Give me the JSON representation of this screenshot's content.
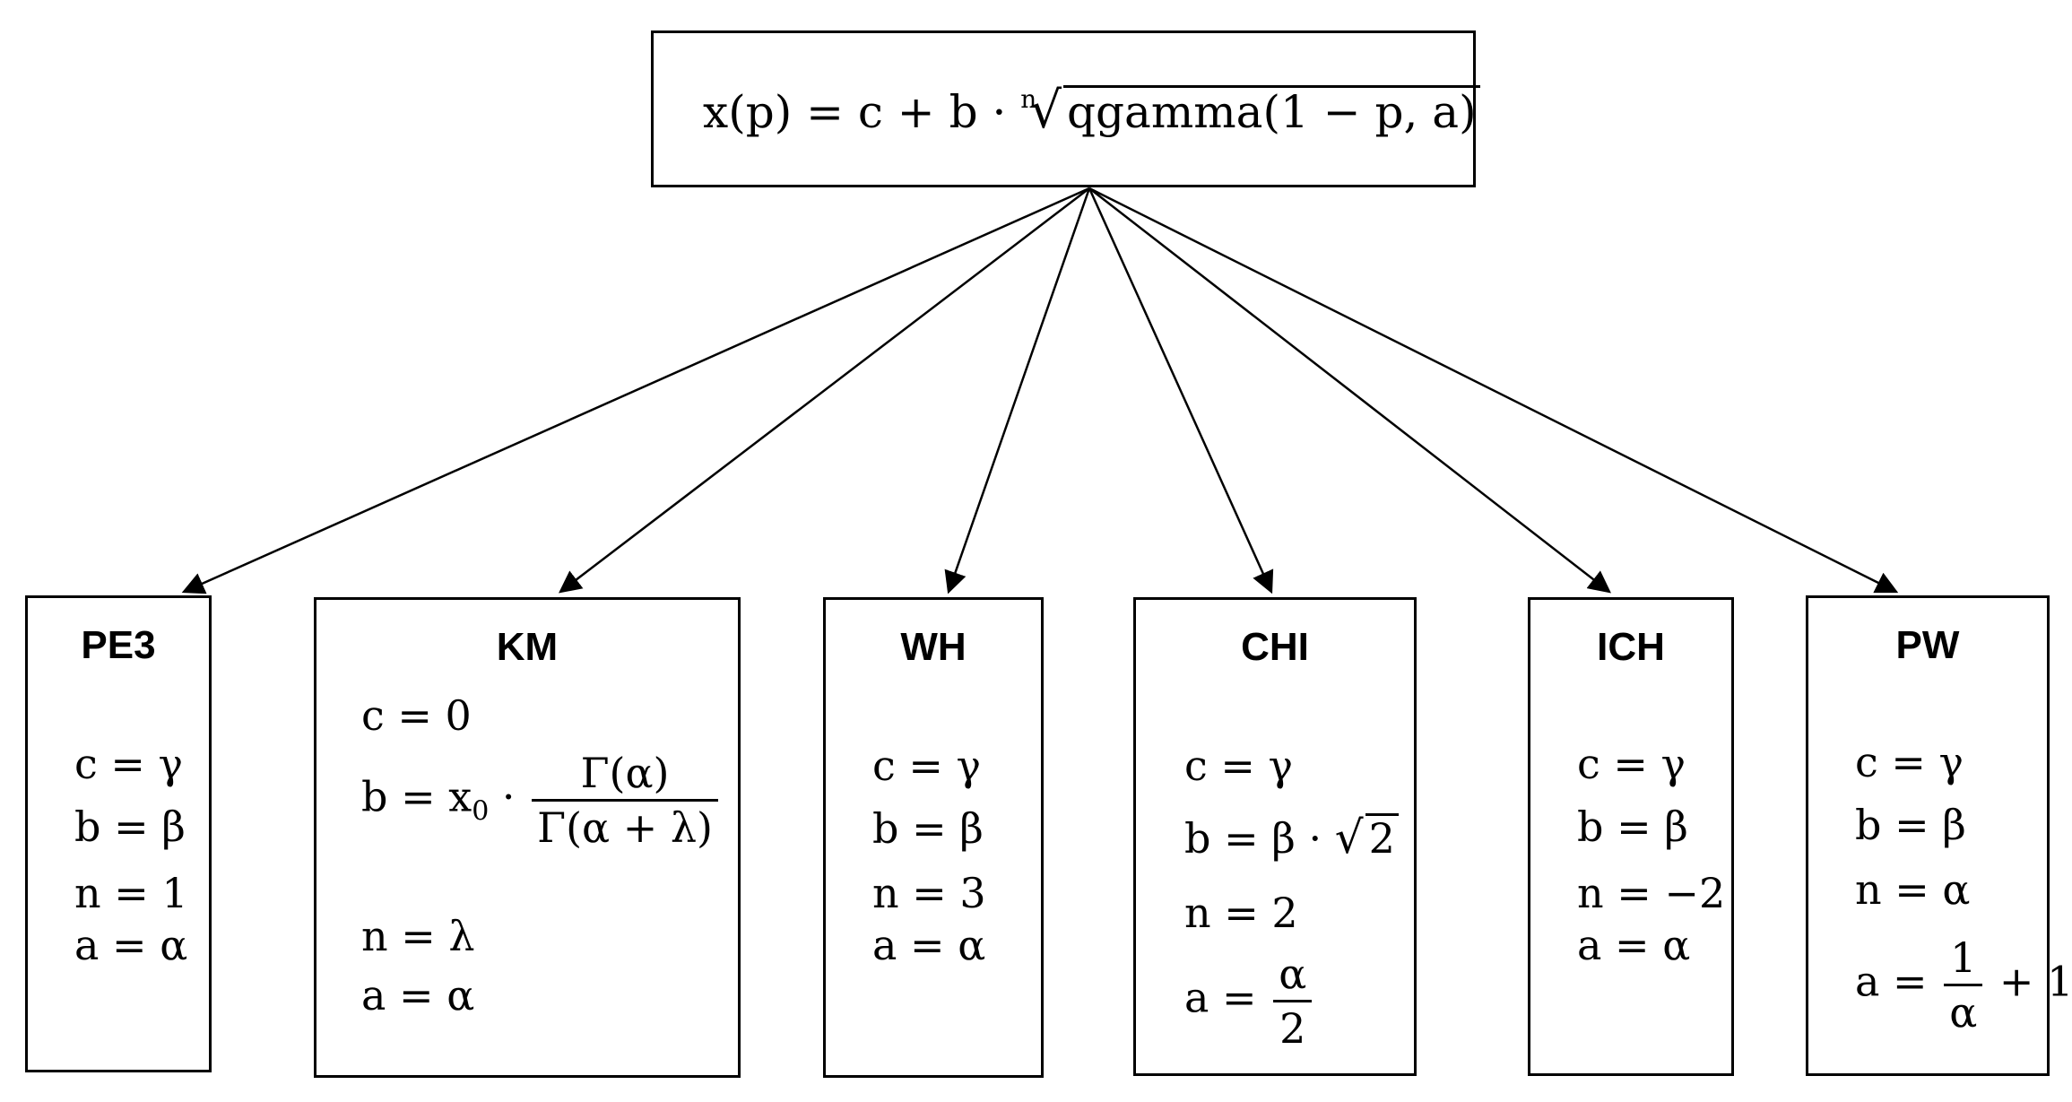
{
  "top": {
    "lhs": "x(p) = c + b ·",
    "root_index": "n",
    "radicand": "qgamma(1 − p, a)"
  },
  "models": [
    {
      "name": "PE3",
      "lines": [
        "c = γ",
        "b = β",
        "n = 1",
        "a = α"
      ]
    },
    {
      "name": "KM",
      "line_c": "c = 0",
      "b_prefix": "b = x",
      "b_sub": "0",
      "b_mid": " ·",
      "b_num": "Γ(α)",
      "b_den": "Γ(α + λ)",
      "line_n": "n = λ",
      "line_a": "a = α"
    },
    {
      "name": "WH",
      "lines": [
        "c = γ",
        "b = β",
        "n = 3",
        "a = α"
      ]
    },
    {
      "name": "CHI",
      "line_c": "c = γ",
      "b_prefix": "b = β ·",
      "b_root": "2",
      "line_n": "n = 2",
      "a_prefix": "a =",
      "a_num": "α",
      "a_den": "2"
    },
    {
      "name": "ICH",
      "lines": [
        "c = γ",
        "b = β",
        "n = −2",
        "a = α"
      ]
    },
    {
      "name": "PW",
      "line_c": "c = γ",
      "line_b": "b = β",
      "line_n": "n = α",
      "a_prefix": "a =",
      "a_num": "1",
      "a_den": "α",
      "a_suffix": "+ 1"
    }
  ],
  "colors": {
    "line": "#000000",
    "background": "#ffffff"
  }
}
